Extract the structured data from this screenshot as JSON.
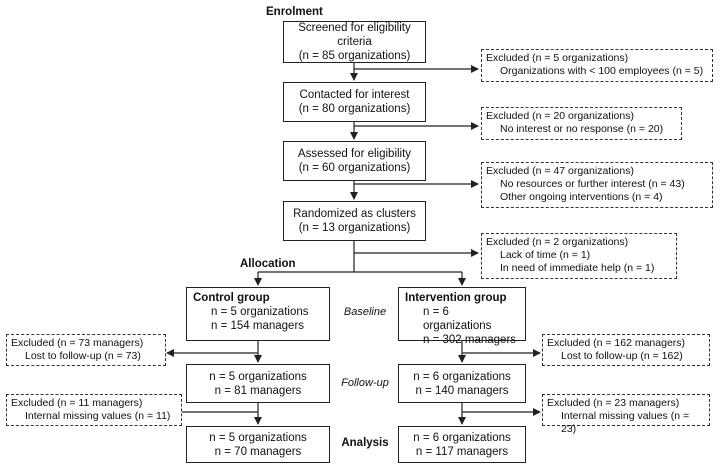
{
  "enrolment": "Enrolment",
  "allocation": "Allocation",
  "screened": {
    "title": "Screened for eligibility criteria",
    "count": "(n = 85 organizations)"
  },
  "excluded1": {
    "title": "Excluded (n = 5 organizations)",
    "reason": "Organizations with < 100 employees (n = 5)"
  },
  "contacted": {
    "title": "Contacted for interest",
    "count": "(n = 80 organizations)"
  },
  "excluded2": {
    "title": "Excluded (n = 20 organizations)",
    "reason": "No interest or no response (n = 20)"
  },
  "assessed": {
    "title": "Assessed for eligibility",
    "count": "(n = 60 organizations)"
  },
  "excluded3": {
    "title": "Excluded (n = 47 organizations)",
    "reason1": "No resources or further interest (n = 43)",
    "reason2": "Other ongoing interventions (n = 4)"
  },
  "randomized": {
    "title": "Randomized as clusters",
    "count": "(n = 13 organizations)"
  },
  "excluded4": {
    "title": "Excluded (n = 2 organizations)",
    "reason1": "Lack of time (n = 1)",
    "reason2": "In need of immediate help (n = 1)"
  },
  "control": {
    "title": "Control group",
    "orgs": "n = 5 organizations",
    "managers": "n = 154 managers"
  },
  "intervention": {
    "title": "Intervention group",
    "orgs": "n = 6 organizations",
    "managers": "n = 302 managers"
  },
  "baseline": "Baseline",
  "followup": "Follow-up",
  "analysis": "Analysis",
  "ctrl_excl1": {
    "title": "Excluded (n = 73 managers)",
    "reason": "Lost to follow-up (n = 73)"
  },
  "int_excl1": {
    "title": "Excluded (n = 162 managers)",
    "reason": "Lost to follow-up (n = 162)"
  },
  "ctrl_fu": {
    "orgs": "n = 5 organizations",
    "managers": "n = 81 managers"
  },
  "int_fu": {
    "orgs": "n = 6 organizations",
    "managers": "n = 140 managers"
  },
  "ctrl_excl2": {
    "title": "Excluded (n = 11 managers)",
    "reason": "Internal missing values (n = 11)"
  },
  "int_excl2": {
    "title": "Excluded (n = 23 managers)",
    "reason": "Internal missing values (n = 23)"
  },
  "ctrl_an": {
    "orgs": "n = 5 organizations",
    "managers": "n = 70 managers"
  },
  "int_an": {
    "orgs": "n = 6 organizations",
    "managers": "n = 117 managers"
  }
}
